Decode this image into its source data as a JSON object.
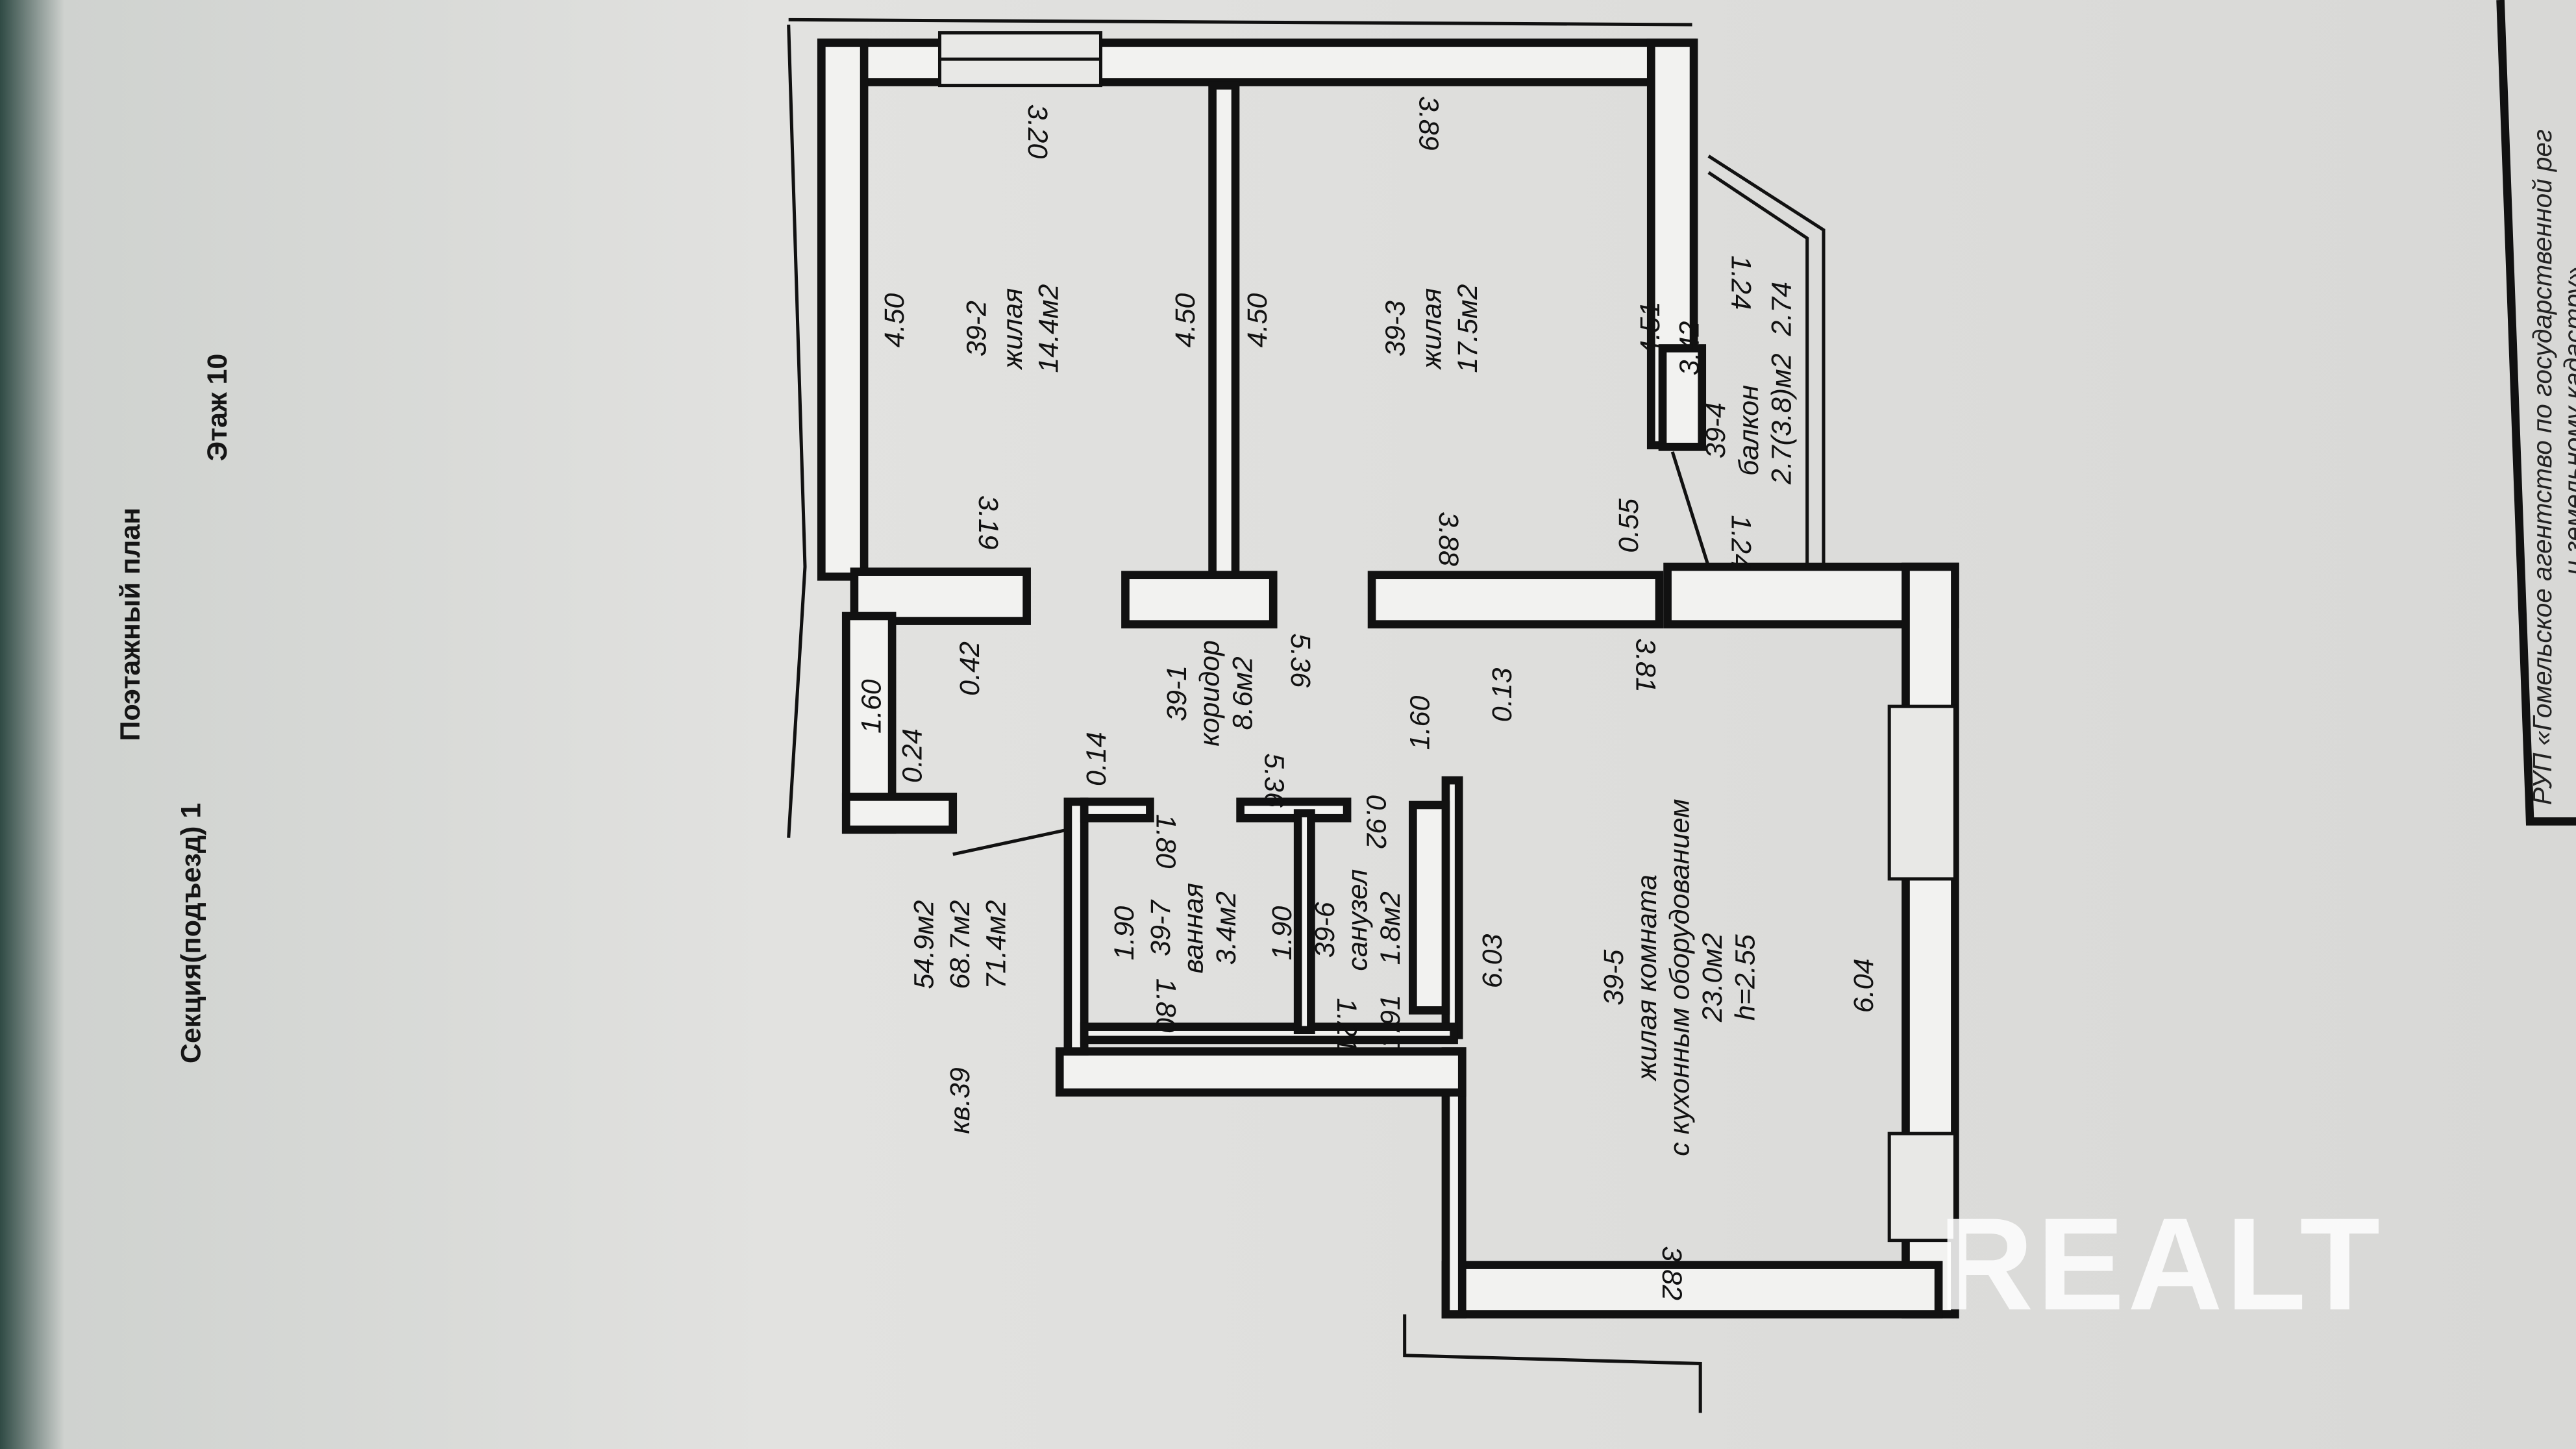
{
  "header": {
    "title": "Поэтажный план",
    "floor": "Этаж 10",
    "section": "Секция(подъезд) 1"
  },
  "agency": {
    "line1": "РУП «Гомельское агентство по государственной рег",
    "line2": "и земельному кадастру»"
  },
  "watermark": "REALT",
  "apartment": {
    "number": "кв.39",
    "living_area": "54.9м2",
    "total_area": "68.7м2",
    "total_with_balcony": "71.4м2"
  },
  "rooms": [
    {
      "id": "39-1",
      "name": "коридор",
      "area": "8.6м2"
    },
    {
      "id": "39-2",
      "name": "жилая",
      "area": "14.4м2"
    },
    {
      "id": "39-3",
      "name": "жилая",
      "area": "17.5м2"
    },
    {
      "id": "39-4",
      "name": "балкон",
      "area": "2.7(3.8)м2"
    },
    {
      "id": "39-5",
      "name": "жилая комната",
      "name2": "с кухонным оборудованием",
      "area": "23.0м2",
      "height": "h=2.55"
    },
    {
      "id": "39-6",
      "name": "санузел",
      "area": "1.8м2"
    },
    {
      "id": "39-7",
      "name": "ванная",
      "area": "3.4м2"
    }
  ],
  "dims": [
    "3.20",
    "3.89",
    "4.50",
    "4.50",
    "4.50",
    "4.51",
    "3.19",
    "3.88",
    "0.55",
    "0.42",
    "1.60",
    "0.24",
    "0.14",
    "5.36",
    "5.36",
    "0.13",
    "1.60",
    "3.81",
    "1.80",
    "1.80",
    "1.90",
    "1.90",
    "0.92",
    "1.21",
    "1.91",
    "6.03",
    "6.04",
    "3.82",
    "3.42",
    "1.24",
    "1.24",
    "2.74"
  ]
}
